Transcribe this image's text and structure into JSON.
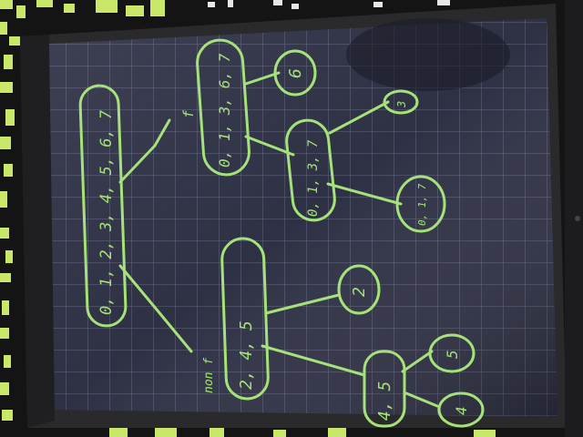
{
  "photo": {
    "subject": "tablet-with-hand-drawn-tree",
    "ink_color": "#a6e27a",
    "screen_color": "#2e3044",
    "grid_color": "#8d90b2",
    "frame_color": "#2a2a2c"
  },
  "tree": {
    "root": {
      "label": "0, 1, 2, 3, 4, 5, 6, 7"
    },
    "edge_left": {
      "label": "f"
    },
    "edge_right": {
      "label": "non f"
    },
    "left": {
      "label": "0, 1, 3, 6, 7"
    },
    "left_left": {
      "label": "6"
    },
    "left_right": {
      "label": "0, 1, 3, 7"
    },
    "lr_left": {
      "label": "3"
    },
    "lr_right": {
      "label": "0, 1, 7"
    },
    "right": {
      "label": "2, 4, 5"
    },
    "right_left": {
      "label": "2"
    },
    "right_right": {
      "label": "4, 5"
    },
    "rr_left": {
      "label": "5"
    },
    "rr_right": {
      "label": "4"
    }
  }
}
